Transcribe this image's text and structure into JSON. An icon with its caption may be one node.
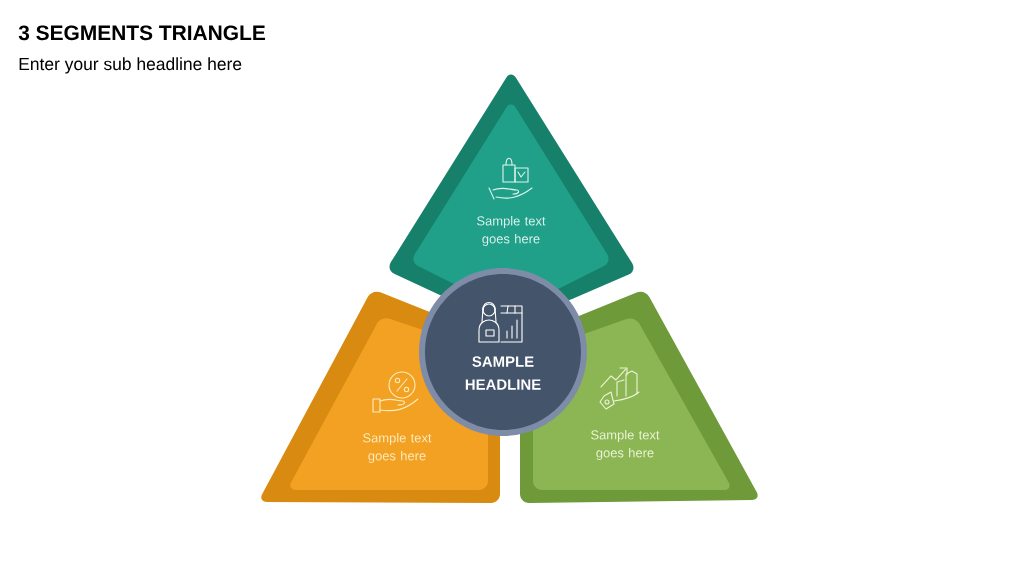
{
  "diagram": {
    "title": "3 SEGMENTS TRIANGLE",
    "nodes": [
      {
        "text": [
          "Sample text goes here"
        ]
      },
      {
        "text": [
          "Sample text goes here"
        ]
      },
      {
        "text": [
          "Sample text goes here"
        ]
      },
      {
        "text": [
          "SAMPLE HEADLINE"
        ]
      }
    ],
    "labels": [
      "Enter your sub headline here"
    ]
  }
}
